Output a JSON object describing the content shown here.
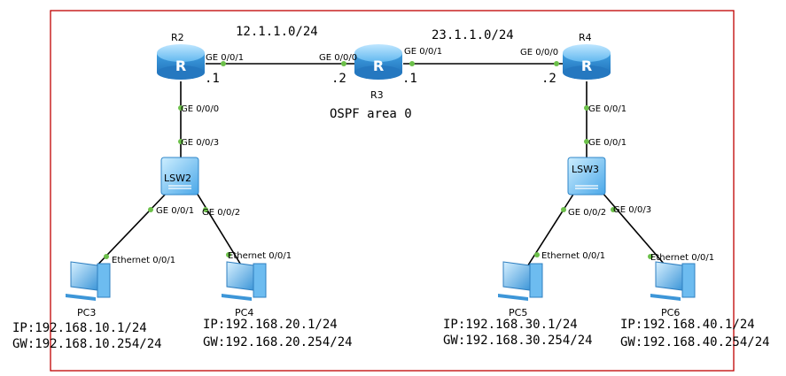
{
  "colors": {
    "border": "#c00000",
    "device": "#4aa7e8",
    "port_dot": "#6cc04a"
  },
  "networks": {
    "left": "12.1.1.0/24",
    "right": "23.1.1.0/24",
    "area": "OSPF area 0"
  },
  "routers": {
    "r2": {
      "name": "R2",
      "ge001": "GE 0/0/1",
      "ge000": "GE 0/0/0",
      "host": ".1"
    },
    "r3": {
      "name": "R3",
      "ge000": "GE 0/0/0",
      "ge001": "GE 0/0/1",
      "host_left": ".2",
      "host_right": ".1"
    },
    "r4": {
      "name": "R4",
      "ge000": "GE 0/0/0",
      "ge001": "GE 0/0/1",
      "host": ".2"
    }
  },
  "switches": {
    "lsw2": {
      "name": "LSW2",
      "ge003": "GE 0/0/3",
      "ge001": "GE 0/0/1",
      "ge002": "GE 0/0/2"
    },
    "lsw3": {
      "name": "LSW3",
      "ge001": "GE 0/0/1",
      "ge002": "GE 0/0/2",
      "ge003": "GE 0/0/3"
    }
  },
  "pcs": [
    {
      "name": "PC3",
      "eth": "Ethernet 0/0/1",
      "ip": "IP:192.168.10.1/24",
      "gw": "GW:192.168.10.254/24"
    },
    {
      "name": "PC4",
      "eth": "Ethernet 0/0/1",
      "ip": "IP:192.168.20.1/24",
      "gw": "GW:192.168.20.254/24"
    },
    {
      "name": "PC5",
      "eth": "Ethernet 0/0/1",
      "ip": "IP:192.168.30.1/24",
      "gw": "GW:192.168.30.254/24"
    },
    {
      "name": "PC6",
      "eth": "Ethernet 0/0/1",
      "ip": "IP:192.168.40.1/24",
      "gw": "GW:192.168.40.254/24"
    }
  ]
}
